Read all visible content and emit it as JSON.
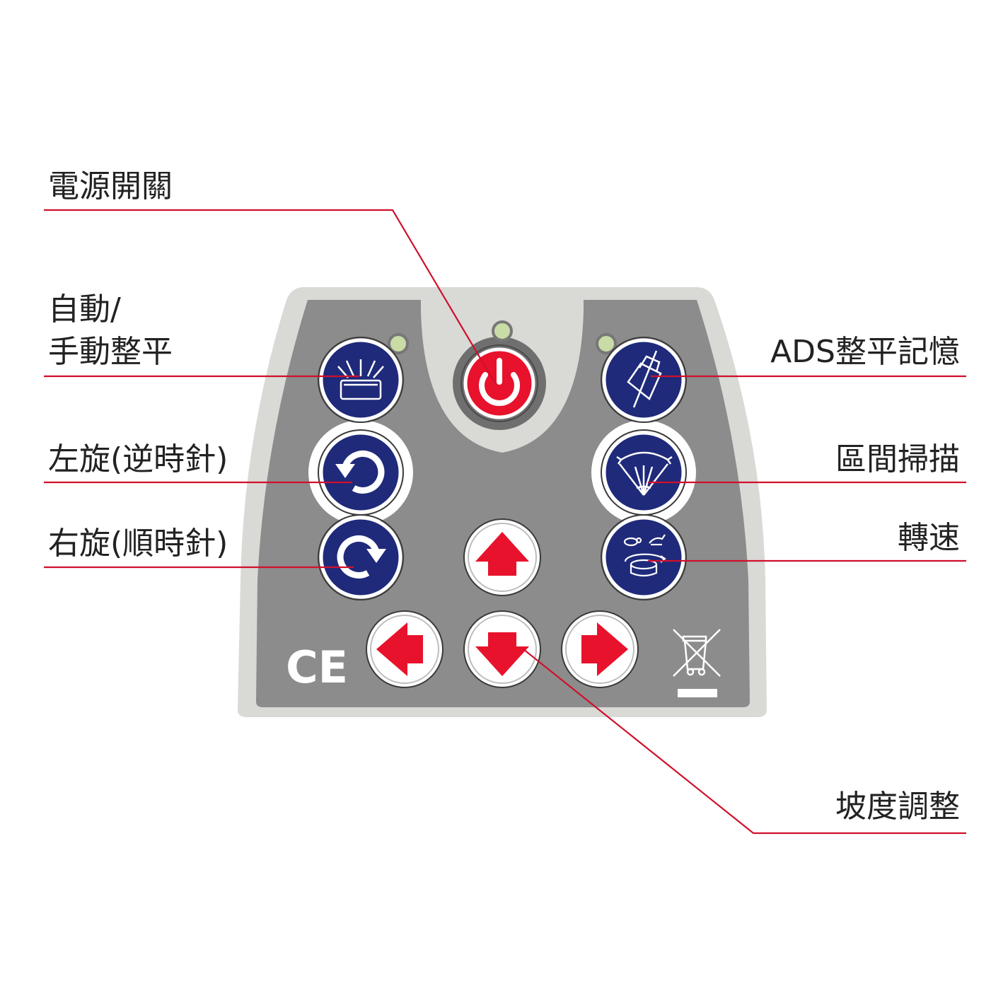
{
  "labels": {
    "power": "電源開關",
    "auto_line1": "自動/",
    "auto_line2": "手動整平",
    "ccw": "左旋(逆時針)",
    "cw": "右旋(順時針)",
    "ads": "ADS整平記憶",
    "scan": "區間掃描",
    "speed": "轉速",
    "slope": "坡度調整"
  },
  "marks": {
    "ce": "CE"
  },
  "icons": {
    "power": "power-icon",
    "leveling": "auto-manual-level-icon",
    "ads": "ads-memory-icon",
    "ccw": "rotate-counterclockwise-icon",
    "cw": "rotate-clockwise-icon",
    "scan": "scan-sector-icon",
    "speed": "turtle-rabbit-speed-icon",
    "up": "arrow-up-icon",
    "down": "arrow-down-icon",
    "left": "arrow-left-icon",
    "right": "arrow-right-icon",
    "weee": "weee-crossed-bin-icon"
  },
  "colors": {
    "panel_outer": "#d9d9d6",
    "panel_inner": "#8c8c8c",
    "button_blue": "#1f2a7a",
    "button_red": "#e8122d",
    "leader_line": "#d0102b",
    "led": "#c9dca6"
  }
}
